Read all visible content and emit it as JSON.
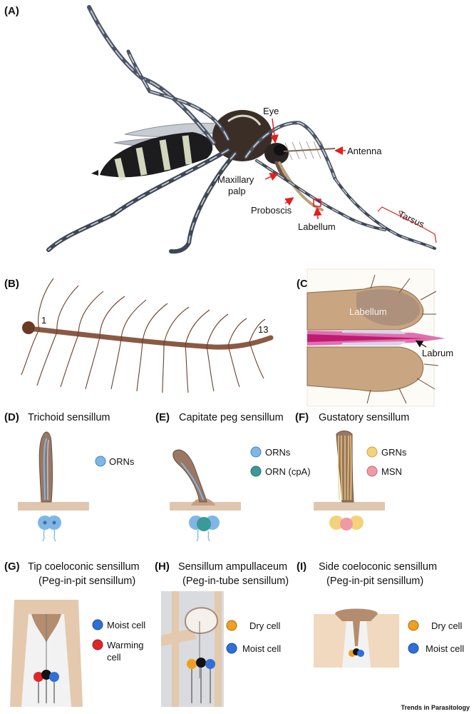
{
  "panels": {
    "A": {
      "letter": "(A)",
      "labels": {
        "eye": "Eye",
        "antenna": "Antenna",
        "maxillary": "Maxillary",
        "palp": "palp",
        "proboscis": "Proboscis",
        "labellum": "Labellum",
        "tarsus": "Tarsus"
      }
    },
    "B": {
      "letter": "(B)",
      "seg_first": "1",
      "seg_last": "13"
    },
    "C": {
      "letter": "(C)",
      "labellum": "Labellum",
      "labrum": "Labrum"
    },
    "D": {
      "letter": "(D)",
      "title": "Trichoid sensillum",
      "legend": [
        "ORNs"
      ]
    },
    "E": {
      "letter": "(E)",
      "title": "Capitate peg sensillum",
      "legend": [
        "ORNs",
        "ORN (cpA)"
      ]
    },
    "F": {
      "letter": "(F)",
      "title": "Gustatory sensillum",
      "legend": [
        "GRNs",
        "MSN"
      ]
    },
    "G": {
      "letter": "(G)",
      "title": "Tip coeloconic sensillum",
      "subtitle": "(Peg-in-pit sensillum)",
      "legend": [
        "Moist cell",
        "Warming",
        "cell"
      ]
    },
    "H": {
      "letter": "(H)",
      "title": "Sensillum ampullaceum",
      "subtitle": "(Peg-in-tube sensillum)",
      "legend": [
        "Dry cell",
        "Moist cell"
      ]
    },
    "I": {
      "letter": "(I)",
      "title": "Side coeloconic sensillum",
      "subtitle": "(Peg-in-pit sensillum)",
      "legend": [
        "Dry cell",
        "Moist cell"
      ]
    }
  },
  "colors": {
    "orn": "#7fb6e6",
    "orn_cpa": "#3a9a98",
    "grn": "#f3d27a",
    "msn": "#ef9aa4",
    "moist": "#2f6fd8",
    "warming": "#e0262a",
    "dry": "#f0a020",
    "cuticle": "#d7b89a",
    "hair": "#8a5a44",
    "arrow": "#e02020"
  },
  "footer": "Trends in Parasitology"
}
